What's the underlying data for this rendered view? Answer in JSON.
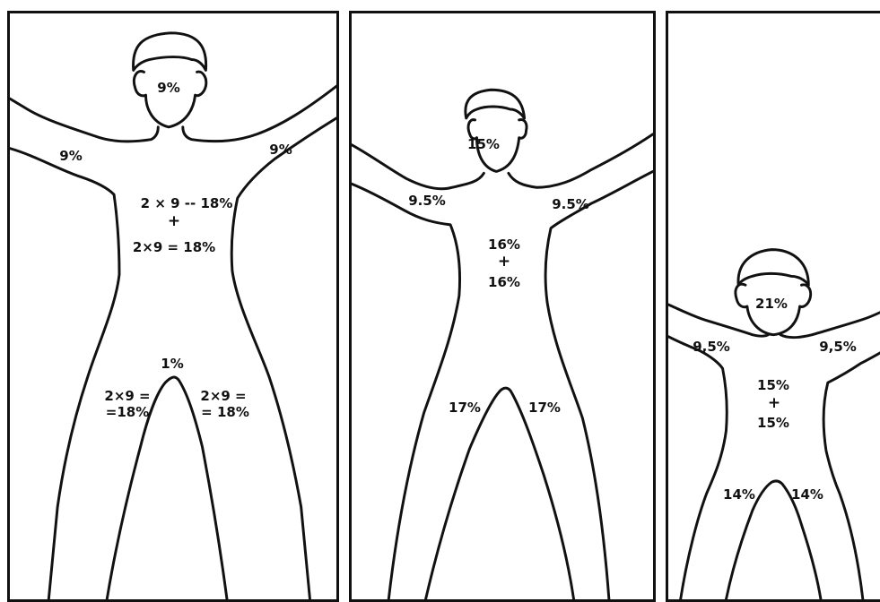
{
  "panels": {
    "adult": {
      "head": "9%",
      "left_arm": "9%",
      "right_arm": "9%",
      "trunk_front": "2 × 9 -- 18%",
      "plus": "+",
      "trunk_back": "2×9 = 18%",
      "perineum": "1%",
      "left_leg_line1": "2×9 =",
      "left_leg_line2": "=18%",
      "right_leg_line1": "2×9 =",
      "right_leg_line2": "= 18%"
    },
    "child": {
      "head": "15%",
      "left_arm": "9.5%",
      "right_arm": "9.5%",
      "trunk_front": "16%",
      "plus": "+",
      "trunk_back": "16%",
      "left_leg": "17%",
      "right_leg": "17%"
    },
    "infant": {
      "head": "21%",
      "left_arm": "9,5%",
      "right_arm": "9,5%",
      "trunk_front": "15%",
      "plus": "+",
      "trunk_back": "15%",
      "left_leg": "14%",
      "right_leg": "14%"
    }
  }
}
